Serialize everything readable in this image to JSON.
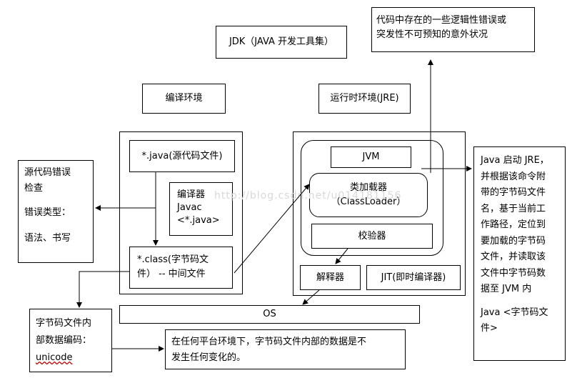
{
  "jdk": "JDK（JAVA 开发工具集）",
  "error_box": [
    "代码中存在的一些逻辑性错误或",
    "突发性不可预知的意外状况"
  ],
  "compile_env": "编译环境",
  "runtime_env": "运行时环境(JRE)",
  "java_file": "*.java(源代码文件)",
  "compiler": [
    "编译器",
    "Javac",
    "<*.java>"
  ],
  "class_file": [
    "*.class(字节码文",
    "件）  -- 中间文件"
  ],
  "source_error": {
    "title": [
      "源代码错误",
      "检查"
    ],
    "type_label": "错误类型：",
    "types": "语法、书写"
  },
  "jvm": "JVM",
  "class_loader": [
    "类加载器",
    "（ClassLoader）"
  ],
  "verifier": "校验器",
  "interpreter": "解释器",
  "jit": "JIT(即时编译器)",
  "os": "OS",
  "java_start": [
    "Java 启动 JRE，",
    "并根据该命令附",
    "带的字节码文件",
    "名，基于当前工",
    "作路径，定位到",
    "要加载的字节码",
    "文件，并读取该",
    "文件中字节码数",
    "据至 JVM 内"
  ],
  "java_cmd": [
    "Java <字节码文",
    "件>"
  ],
  "encoding": [
    "字节码文件内",
    "部数据编码：",
    "unicode"
  ],
  "platform": [
    "在任何平台环境下，字节码文件内部的数据是不",
    "发生任何变化的。"
  ],
  "watermark": "http://blog.csdn.net/u014181156"
}
